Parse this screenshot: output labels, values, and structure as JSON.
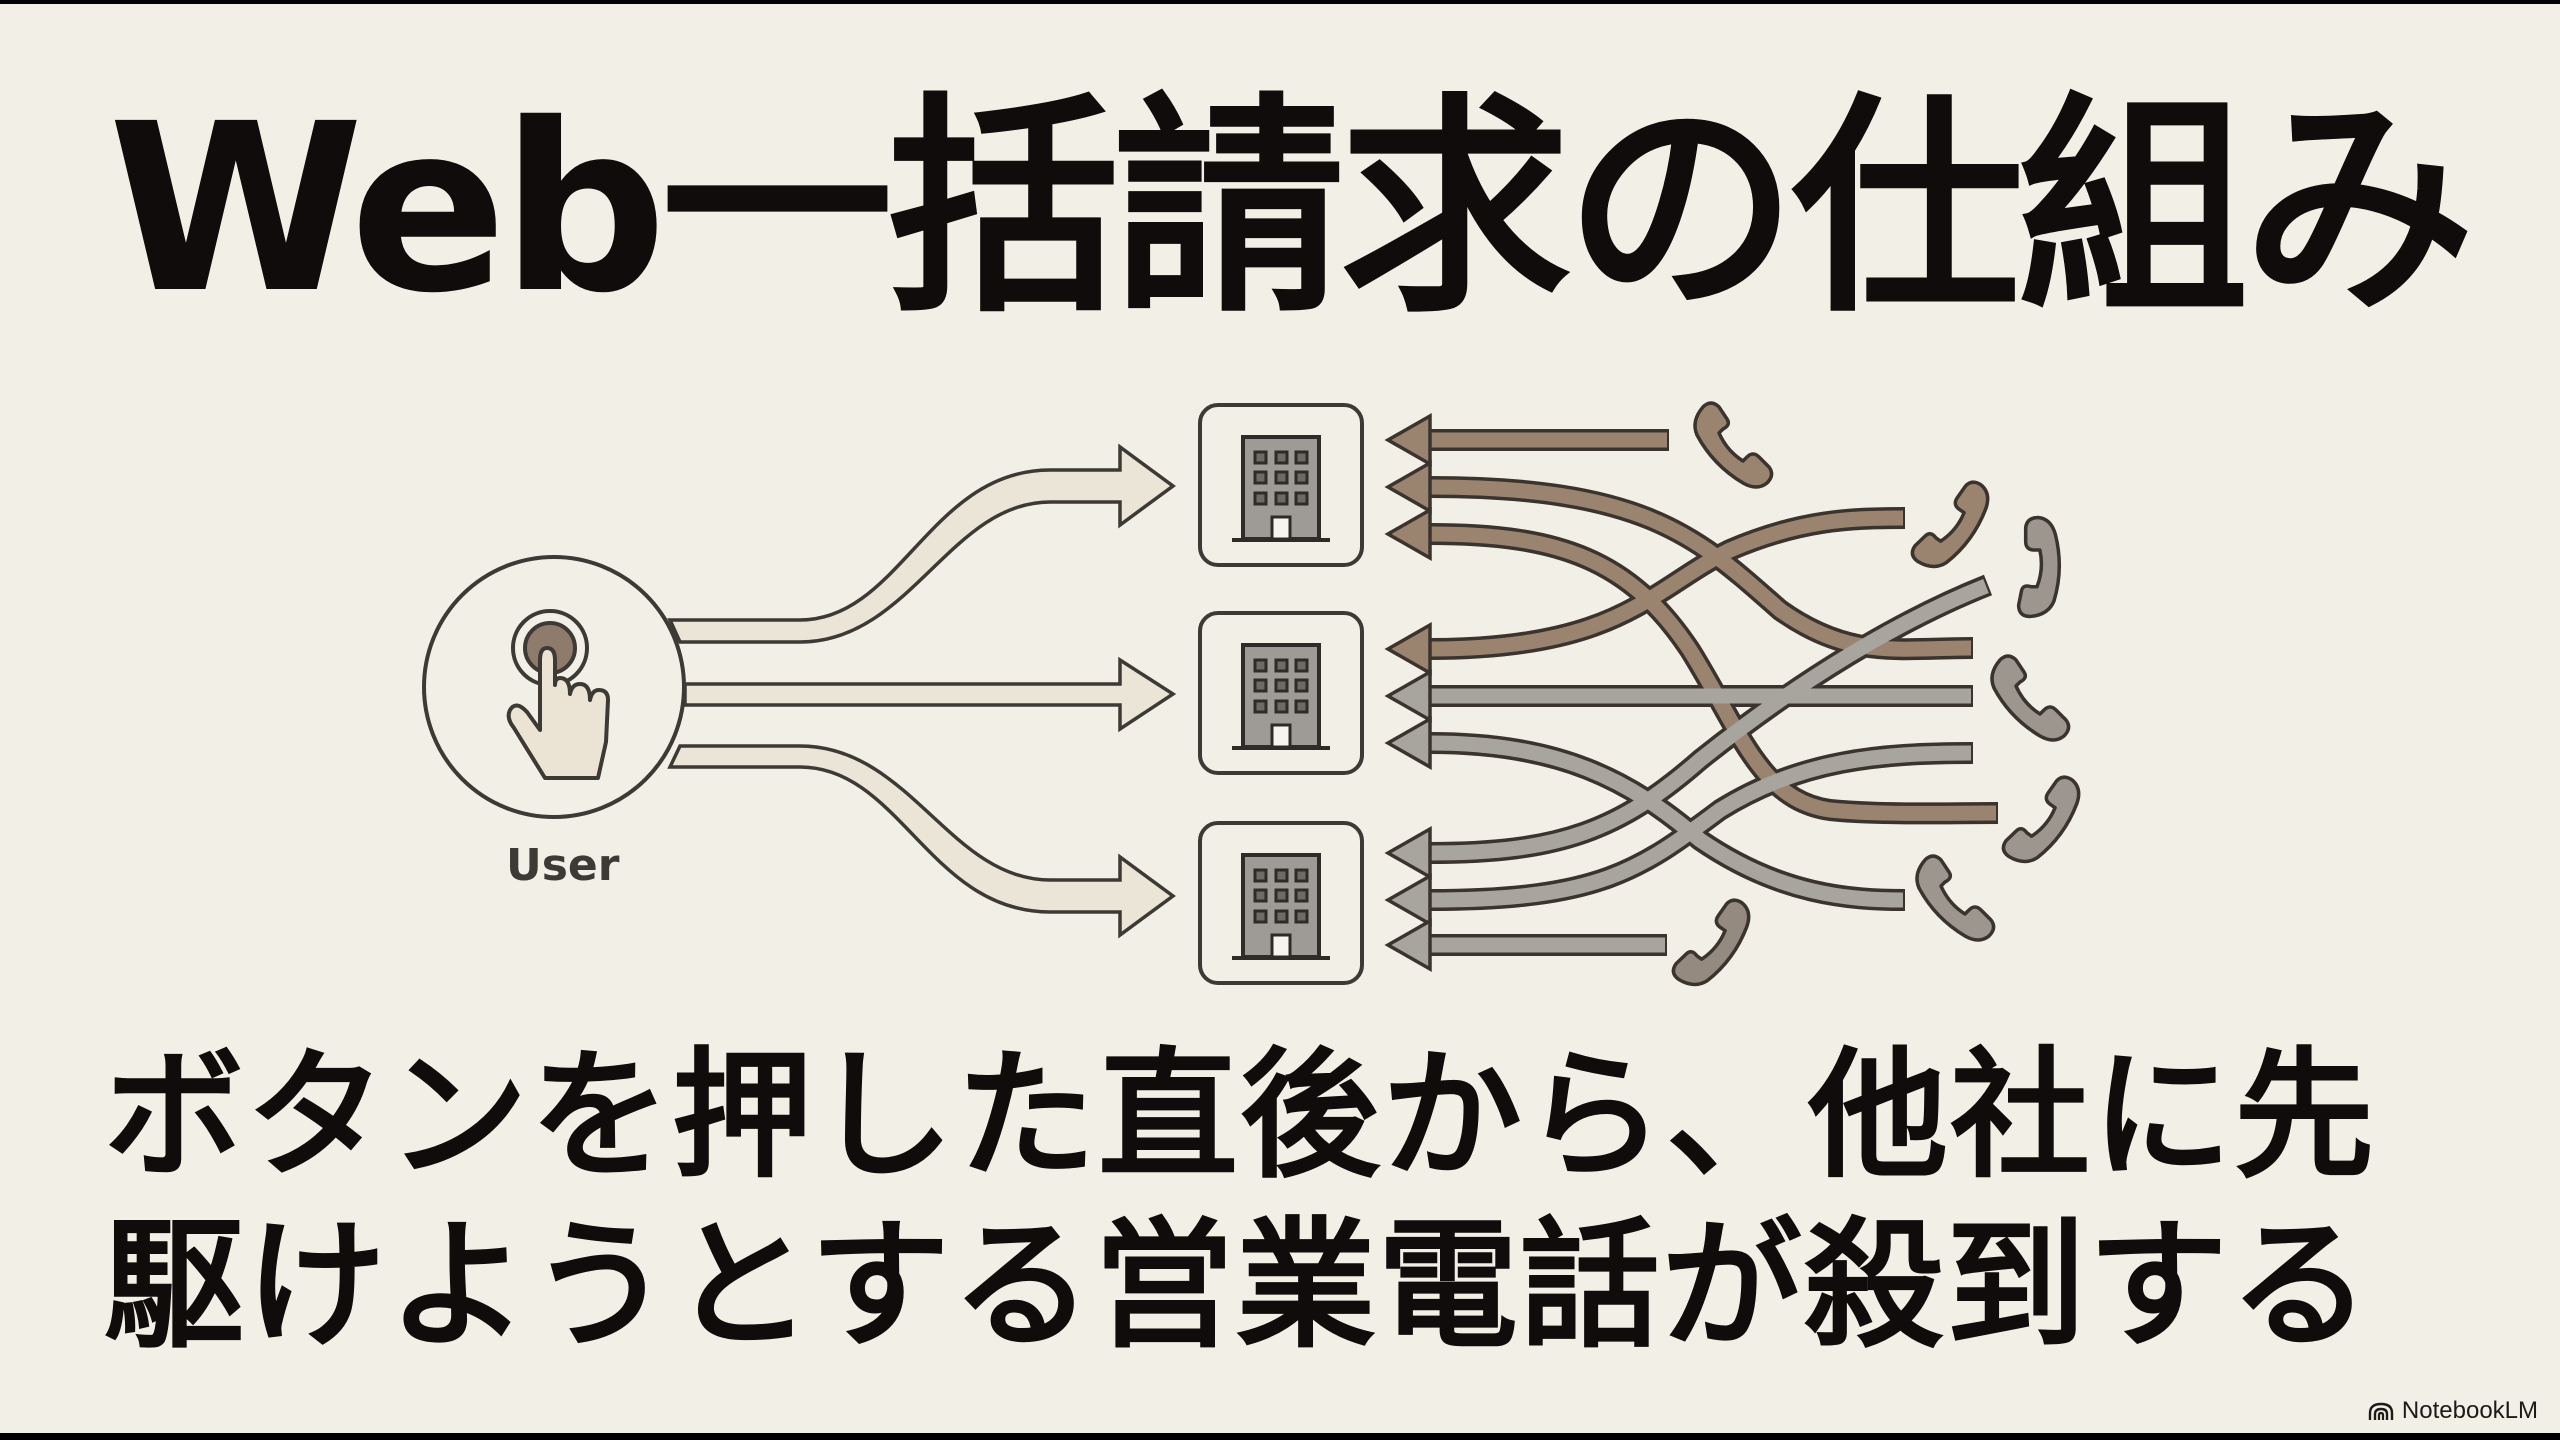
{
  "slide": {
    "title": "Web一括請求の仕組み",
    "subtitle_lines": [
      "ボタンを押した直後から、他社に先",
      "駆けようとする営業電話が殺到する"
    ],
    "background_color": "#f1efe6"
  },
  "diagram": {
    "user": {
      "label": "User",
      "icon": "hand-pressing-button-icon"
    },
    "companies": [
      {
        "icon": "building-icon",
        "id": "company-1"
      },
      {
        "icon": "building-icon",
        "id": "company-2"
      },
      {
        "icon": "building-icon",
        "id": "company-3"
      }
    ],
    "request_arrows": {
      "count": 3,
      "fill_color": "#ebe5d8",
      "direction": "user-to-companies"
    },
    "call_arrows": {
      "count": 9,
      "direction": "phones-to-companies",
      "colors": {
        "brown": "#9a8470",
        "grey": "#a5a29c"
      }
    },
    "phones": {
      "count": 7,
      "icon": "phone-handset-icon",
      "colors": {
        "brown": "#9a8470",
        "grey": "#9c968f"
      }
    }
  },
  "watermark": {
    "label": "NotebookLM",
    "icon": "notebooklm-logo-icon"
  }
}
